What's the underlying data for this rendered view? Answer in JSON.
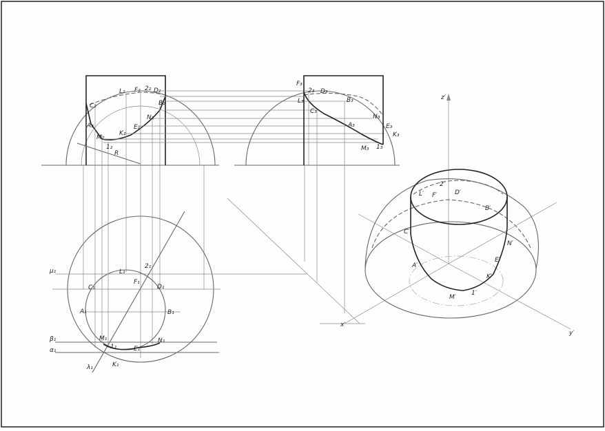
{
  "front_labels": {
    "L2": "L₂",
    "F2": "F₂",
    "two2": "2₂",
    "D2": "D₂",
    "C2": "C₂",
    "B2": "B₂",
    "N2": "N₂",
    "A2": "A₂",
    "K2": "K₂",
    "E2": "E₂",
    "M2": "M₂",
    "one2": "1₂",
    "R": "R"
  },
  "side_labels": {
    "F3": "F₃",
    "two3": "2₃",
    "D3": "D₃",
    "L3": "L₃",
    "B3": "B₃",
    "C3": "C₃",
    "N3": "N₃",
    "A3": "A₃",
    "E3": "E₃",
    "K3": "K₃",
    "M3": "M₃",
    "one3": "1₃"
  },
  "top_labels": {
    "mu1": "μ₁",
    "L1": "L₁",
    "two1": "2₁",
    "F1": "F₁",
    "C1": "C₁",
    "D1": "D₁",
    "A1": "A₁",
    "B1": "B₁",
    "beta1": "β₁",
    "M1": "M₁",
    "one1": "1₁",
    "N1": "N₁",
    "alpha1": "α₁",
    "E1": "E₁",
    "lambda1": "λ₁",
    "K1": "K₁"
  },
  "axo_labels": {
    "z": "z′",
    "x": "x′",
    "y": "y′",
    "two": "2′",
    "L": "L′",
    "F": "F′",
    "D": "D′",
    "B": "B′",
    "C": "C′",
    "N": "N′",
    "E": "E′",
    "A": "A′",
    "K": "K′",
    "M": "M′",
    "one": "1′"
  }
}
